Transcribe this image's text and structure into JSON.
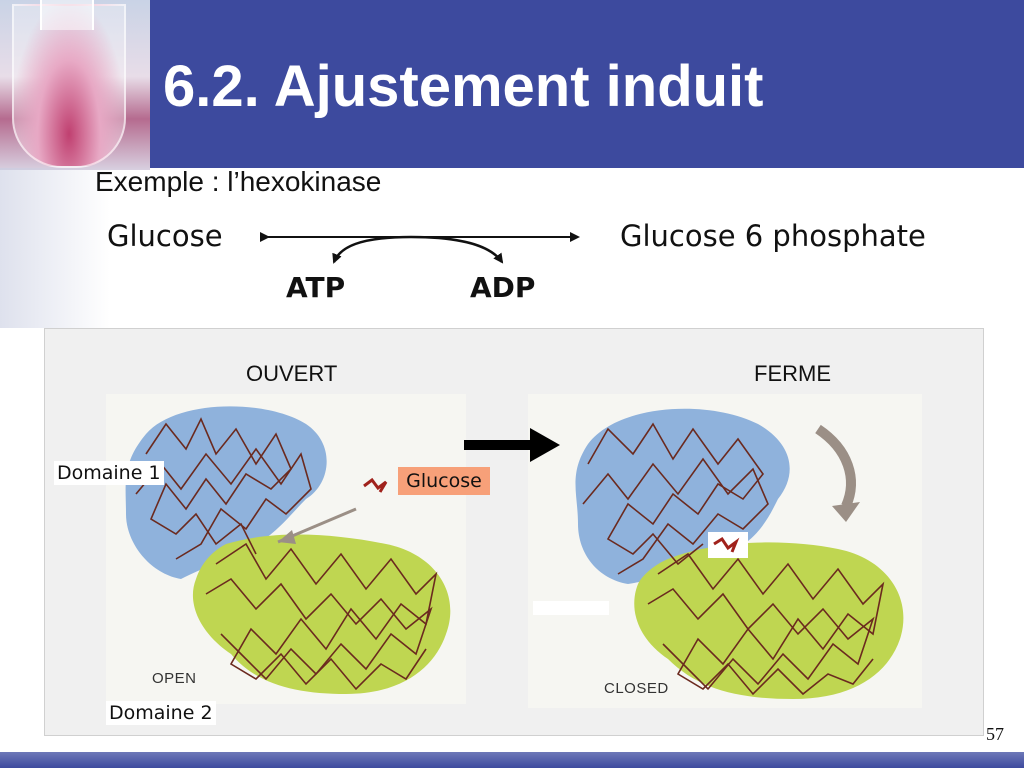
{
  "slide": {
    "title": "6.2. Ajustement induit",
    "subtitle": "Exemple : l’hexokinase",
    "page_number": "57"
  },
  "reaction": {
    "substrate": "Glucose",
    "product": "Glucose 6 phosphate",
    "cofactor_in": "ATP",
    "cofactor_out": "ADP"
  },
  "figure": {
    "open_state_label": "OUVERT",
    "closed_state_label": "FERME",
    "open_caption": "OPEN",
    "closed_caption": "CLOSED",
    "domain1_label": "Domaine 1",
    "domain2_label": "Domaine 2",
    "glucose_label": "Glucose"
  },
  "colors": {
    "title_bar": "#3d4a9e",
    "domain1": "#8fb2dc",
    "domain2": "#bfd651",
    "chain": "#6b2a1f",
    "glucose_tag": "#f7a079"
  }
}
